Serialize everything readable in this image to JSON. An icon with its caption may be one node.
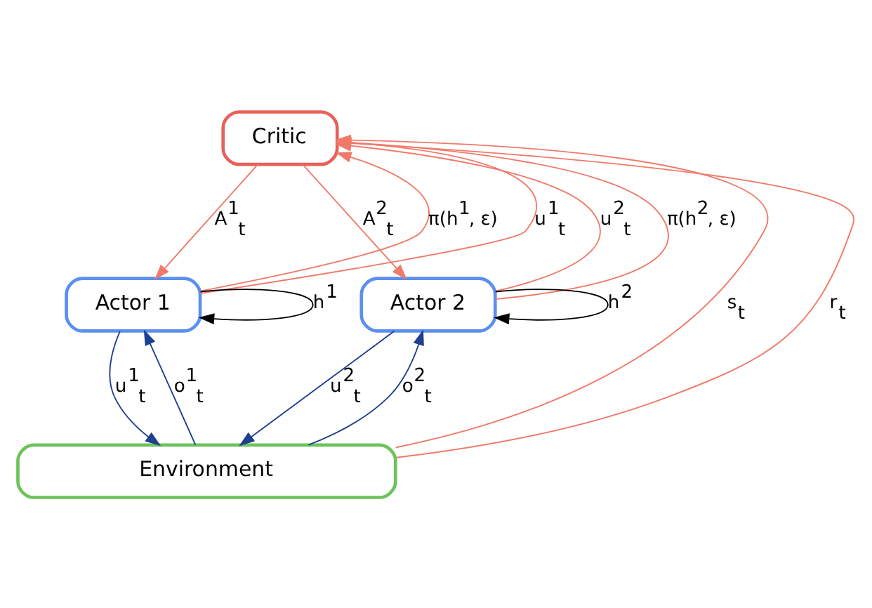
{
  "diagram": {
    "nodes": [
      {
        "text": [
          "Critic"
        ]
      },
      {
        "text": [
          "Actor 1"
        ]
      },
      {
        "text": [
          "Actor 2"
        ]
      },
      {
        "text": [
          "Environment"
        ]
      }
    ],
    "edges": [
      {
        "from": 0,
        "to": 1,
        "arrow": "to",
        "label": "A$^{1}$$_{t}$"
      },
      {
        "from": 1,
        "to": 0,
        "arrow": "to",
        "label": "π(h$^{1}$, ε)"
      },
      {
        "from": 1,
        "to": 0,
        "arrow": "to",
        "label": "u$^{1}$$_{t}$"
      },
      {
        "from": 1,
        "to": 1,
        "arrow": "to",
        "label": "h$^{1}$",
        "color": "#000000"
      },
      {
        "from": 3,
        "to": 0,
        "arrow": "to",
        "label": "s$_{t}$"
      },
      {
        "from": 3,
        "to": 0,
        "arrow": "to",
        "label": "r$_{t}$"
      },
      {
        "from": 2,
        "to": 0,
        "arrow": "to",
        "label": "u$^{2}$$_{t}$"
      },
      {
        "from": 2,
        "to": 0,
        "arrow": "to",
        "label": "π(h$^{2}$, ε)"
      },
      {
        "from": 0,
        "to": 2,
        "arrow": "to",
        "label": "A$^{2}$$_{t}$"
      },
      {
        "from": 2,
        "to": 2,
        "arrow": "to",
        "label": "h$^{2}$",
        "color": "#000000"
      },
      {
        "from": 3,
        "to": 1,
        "arrow": "to",
        "label": "o$^{1}$$_{t}$",
        "color": "#1f3f8f"
      },
      {
        "from": 1,
        "to": 3,
        "arrow": "to",
        "label": "u$^{1}$$_{t}$",
        "color": "#1f3f8f"
      },
      {
        "from": 2,
        "to": 3,
        "arrow": "to",
        "label": "u$^{2}$$_{t}$",
        "color": "#1f3f8f"
      },
      {
        "from": 3,
        "to": 2,
        "arrow": "to",
        "label": "o$^{2}$$_{t}$",
        "color": "#1f3f8f"
      }
    ]
  }
}
